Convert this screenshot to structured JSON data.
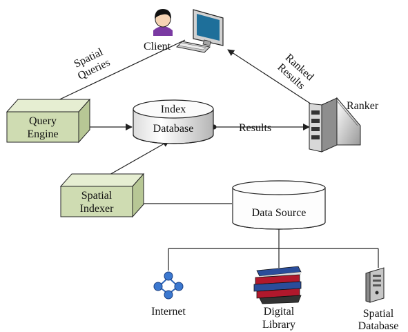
{
  "nodes": {
    "client": "Client",
    "query_engine": [
      "Query",
      "Engine"
    ],
    "index_database": [
      "Index",
      "Database"
    ],
    "ranker": "Ranker",
    "spatial_indexer": [
      "Spatial",
      "Indexer"
    ],
    "data_source": "Data Source",
    "internet": "Internet",
    "digital_library": [
      "Digital",
      "Library"
    ],
    "spatial_database": [
      "Spatial",
      "Database"
    ]
  },
  "edges": {
    "spatial_queries": [
      "Spatial",
      "Queries"
    ],
    "ranked_results": [
      "Ranked",
      "Results"
    ],
    "results": "Results"
  },
  "colors": {
    "box_face": "#cfdcb2",
    "box_top": "#e6eed2",
    "box_side": "#b7c795",
    "cylinder_body": "#f6f6f6",
    "cylinder_shade": "#a9a9a9",
    "line": "#222222",
    "internet_icon": "#2a63b8",
    "book_red": "#b0182c",
    "book_blue": "#2a4d9a"
  },
  "icons": {
    "client": "user-computer-icon",
    "ranker": "server-ranker-icon",
    "internet": "network-globe-icon",
    "digital_library": "books-icon",
    "spatial_database": "database-server-icon"
  }
}
